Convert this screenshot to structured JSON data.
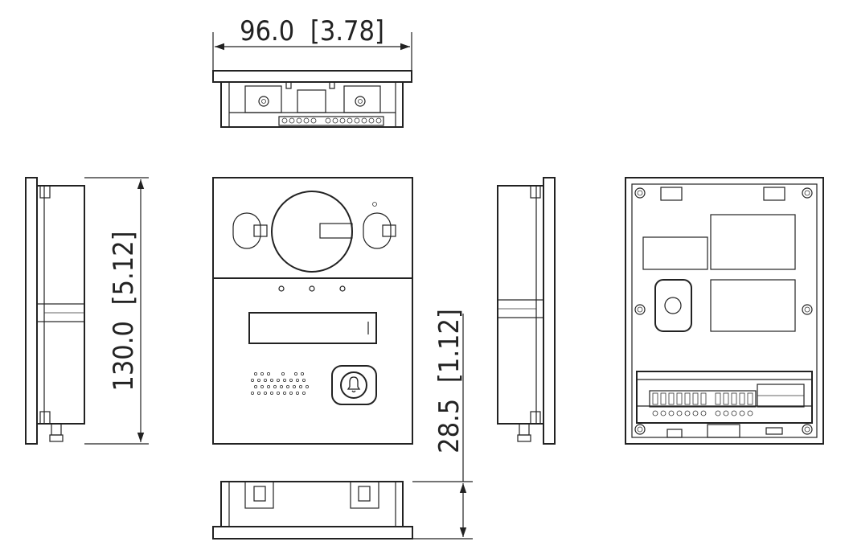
{
  "dimensions": {
    "width": {
      "value": "96.0",
      "inch": "[3.78]"
    },
    "height": {
      "value": "130.0",
      "inch": "[5.12]"
    },
    "depth": {
      "value": "28.5",
      "inch": "[1.12]"
    }
  },
  "views": {
    "top": "top-view",
    "left": "left-side-view",
    "front": "front-view",
    "right": "right-side-view",
    "back": "back-view",
    "bottom": "bottom-view"
  },
  "icons": {
    "call_button": "bell-icon"
  }
}
